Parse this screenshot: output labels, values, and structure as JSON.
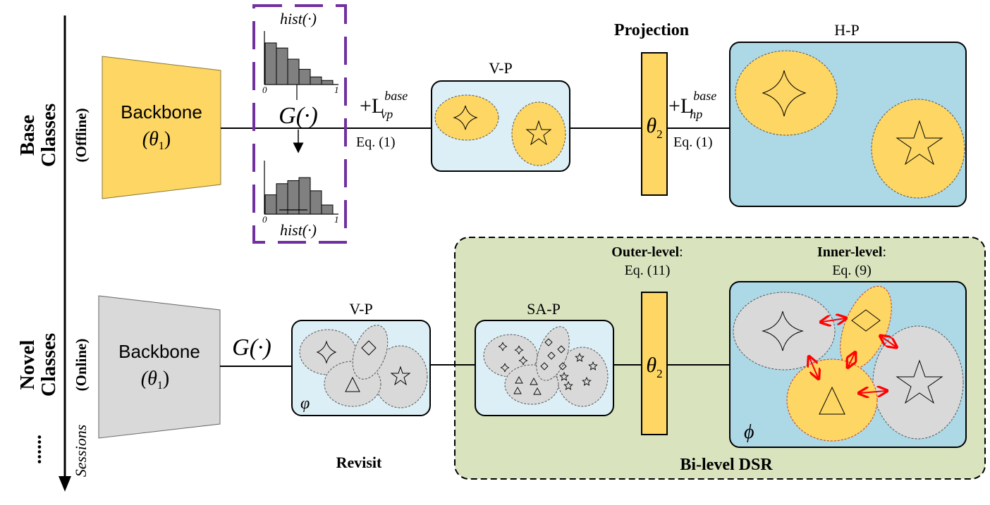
{
  "colors": {
    "yellow": "#fdd663",
    "gray": "#d9d9d9",
    "light_blue": "#ddeff6",
    "mid_blue": "#add8e6",
    "green_bg": "#d9e4bf",
    "purple": "#7030a0",
    "red": "#ff0000",
    "hist_bar": "#808080"
  },
  "timeline": {
    "base_title": "Base",
    "base_subtitle": "Classes",
    "base_mode": "(Offline)",
    "novel_title": "Novel",
    "novel_subtitle": "Classes",
    "novel_mode": "(Online)",
    "dots": "......",
    "sessions_label": "Sessions"
  },
  "backbone_top": {
    "label": "Backbone",
    "param": "(θ",
    "sub": "1",
    "close": ")"
  },
  "backbone_bottom": {
    "label": "Backbone",
    "param": "(θ",
    "sub": "1",
    "close": ")"
  },
  "histogram": {
    "top_label": "hist(·)",
    "bottom_label": "hist(·)",
    "g_label": "G(·)",
    "axis_zero": "0",
    "axis_one": "1",
    "top_values": [
      0.82,
      0.72,
      0.5,
      0.3,
      0.15,
      0.08
    ],
    "bottom_values": [
      0.38,
      0.6,
      0.66,
      0.72,
      0.46,
      0.18
    ]
  },
  "top_flow": {
    "loss_vp_plus": "+L",
    "loss_vp_sup": "base",
    "loss_vp_sub": "vp",
    "eq_vp": "Eq. (1)",
    "vp_title": "V-P",
    "projection_title": "Projection",
    "theta2": "θ",
    "theta2_sub": "2",
    "loss_hp_plus": "+L",
    "loss_hp_sup": "base",
    "loss_hp_sub": "hp",
    "eq_hp": "Eq. (1)",
    "hp_title": "H-P"
  },
  "bottom_flow": {
    "g_label": "G(·)",
    "vp_title": "V-P",
    "phi_small": "φ",
    "revisit_label": "Revisit",
    "sap_title": "SA-P",
    "outer_title": "Outer-level",
    "outer_colon": ":",
    "outer_eq": "Eq. (11)",
    "inner_title": "Inner-level",
    "inner_colon": ":",
    "inner_eq": "Eq. (9)",
    "theta2": "θ",
    "theta2_sub": "2",
    "phi_big": "ϕ",
    "bilevel_label": "Bi-level DSR"
  }
}
